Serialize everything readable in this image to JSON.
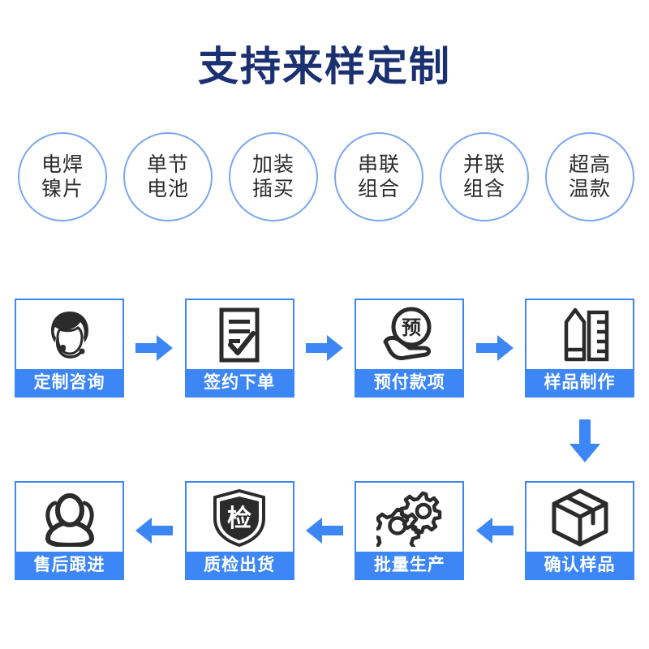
{
  "page": {
    "title": "支持来样定制",
    "title_color": "#1b3070",
    "accent_color": "#3d86f5",
    "badge_border_color": "#7aa7f0",
    "background": "#ffffff"
  },
  "badges": [
    {
      "line1": "电焊",
      "line2": "镍片",
      "name": "badge-spot-welded-nickel-strip"
    },
    {
      "line1": "单节",
      "line2": "电池",
      "name": "badge-single-cell-battery"
    },
    {
      "line1": "加装",
      "line2": "插买",
      "name": "badge-add-connector"
    },
    {
      "line1": "串联",
      "line2": "组合",
      "name": "badge-series-combination"
    },
    {
      "line1": "并联",
      "line2": "组含",
      "name": "badge-parallel-combination"
    },
    {
      "line1": "超高",
      "line2": "温款",
      "name": "badge-ultra-high-temperature"
    }
  ],
  "flow": {
    "top_row": [
      {
        "label": "定制咨询",
        "icon": "headset-operator-icon"
      },
      {
        "label": "签约下单",
        "icon": "document-check-icon"
      },
      {
        "label": "预付款项",
        "icon": "hand-coin-icon",
        "coin_text": "预"
      },
      {
        "label": "样品制作",
        "icon": "pencil-ruler-icon"
      }
    ],
    "bottom_row": [
      {
        "label": "售后跟进",
        "icon": "people-group-icon"
      },
      {
        "label": "质检出货",
        "icon": "shield-inspect-icon",
        "shield_text": "检"
      },
      {
        "label": "批量生产",
        "icon": "gears-icon"
      },
      {
        "label": "确认样品",
        "icon": "package-box-icon"
      }
    ],
    "arrows": {
      "right": "arrow-right-icon",
      "left": "arrow-left-icon",
      "down": "arrow-down-icon"
    }
  }
}
